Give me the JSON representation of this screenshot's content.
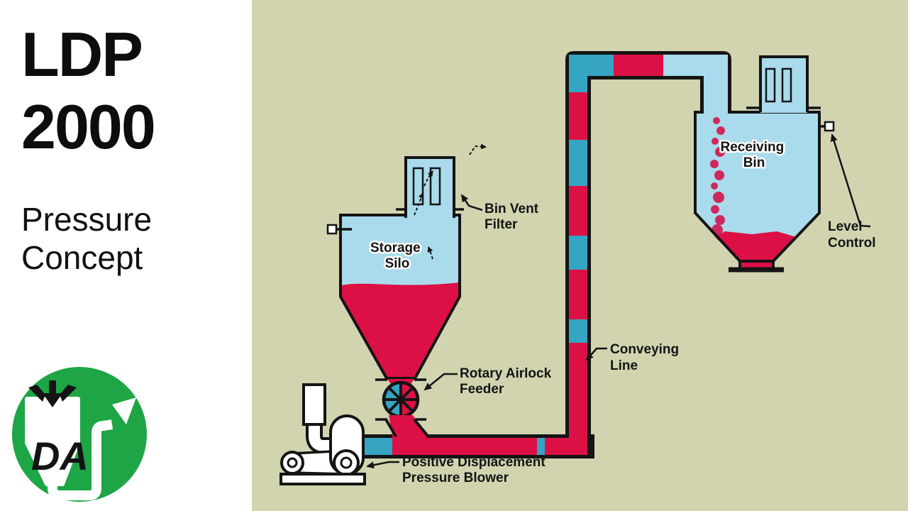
{
  "colors": {
    "background_khaki": "#d1d4af",
    "vessel_blue": "#a9dbec",
    "air_teal": "#35a5c2",
    "material_red": "#dc1045",
    "outline_black": "#141414",
    "logo_green": "#1ea545",
    "panel_white": "#ffffff"
  },
  "left_panel": {
    "title_line1": "LDP",
    "title_line2": "2000",
    "subtitle_line1": "Pressure",
    "subtitle_line2": "Concept",
    "logo_monogram": "DA"
  },
  "diagram": {
    "labels": {
      "bin_vent_filter_1": "Bin Vent",
      "bin_vent_filter_2": "Filter",
      "storage_silo_1": "Storage",
      "storage_silo_2": "Silo",
      "rotary_airlock_feeder_1": "Rotary Airlock",
      "rotary_airlock_feeder_2": "Feeder",
      "blower_1": "Positive Displacement",
      "blower_2": "Pressure Blower",
      "conveying_line_1": "Conveying",
      "conveying_line_2": "Line",
      "receiving_bin_1": "Receiving",
      "receiving_bin_2": "Bin",
      "level_control_1": "Level",
      "level_control_2": "Control"
    }
  }
}
